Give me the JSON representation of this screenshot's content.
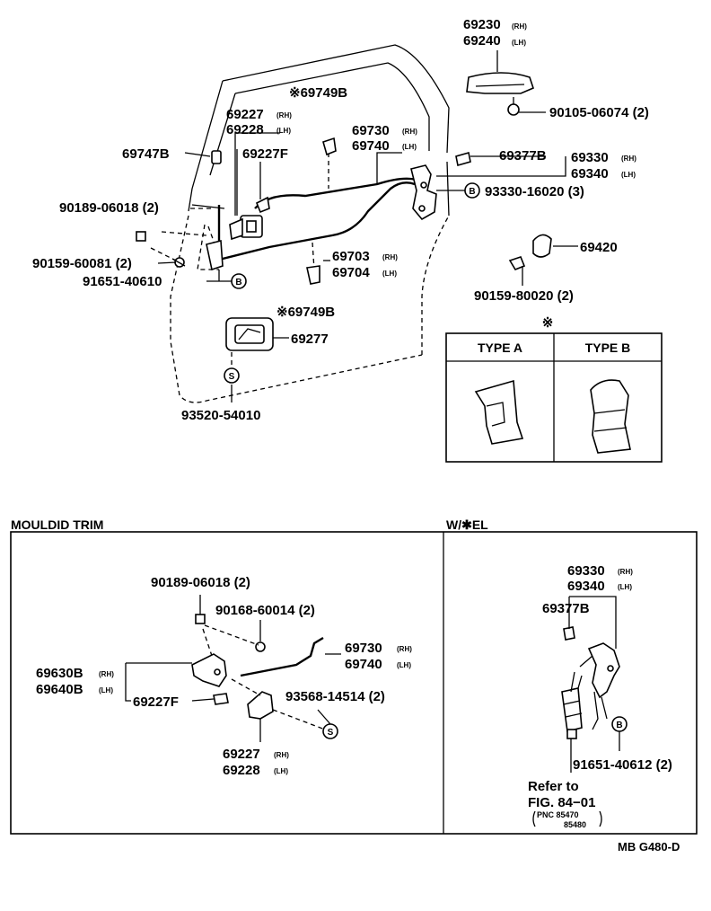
{
  "top": {
    "p69230": "69230",
    "p69240": "69240",
    "p90105": "90105-06074 (2)",
    "p69749b_top": "※69749B",
    "p69227": "69227",
    "p69228": "69228",
    "p69227f": "69227F",
    "p69747b": "69747B",
    "p69730": "69730",
    "p69740": "69740",
    "p69377b": "69377B",
    "p69330": "69330",
    "p69340": "69340",
    "p93330": "93330-16020 (3)",
    "p90189": "90189-06018 (2)",
    "p90159a": "90159-60081 (2)",
    "p91651": "91651-40610",
    "p69703": "69703",
    "p69704": "69704",
    "p69420": "69420",
    "p90159b": "90159-80020 (2)",
    "p69749b_bot": "※69749B",
    "p69277": "69277",
    "p93520": "93520-54010",
    "circle_b": "B",
    "circle_s": "S"
  },
  "suffix": {
    "rh": "(RH)",
    "lh": "(LH)"
  },
  "types": {
    "asterisk": "※",
    "type_a": "TYPE A",
    "type_b": "TYPE B"
  },
  "mould": {
    "title": "MOULDID TRIM",
    "p90189": "90189-06018 (2)",
    "p90168": "90168-60014 (2)",
    "p69730": "69730",
    "p69740": "69740",
    "p69630b": "69630B",
    "p69640b": "69640B",
    "p69227f": "69227F",
    "p93568": "93568-14514 (2)",
    "p69227": "69227",
    "p69228": "69228"
  },
  "wel": {
    "title": "W/✱EL",
    "p69330": "69330",
    "p69340": "69340",
    "p69377b": "69377B",
    "p91651": "91651-40612 (2)",
    "refer1": "Refer to",
    "refer2": "FIG. 84−01",
    "pnc1": "PNC 85470",
    "pnc2": "85480"
  },
  "code": "MB G480-D"
}
